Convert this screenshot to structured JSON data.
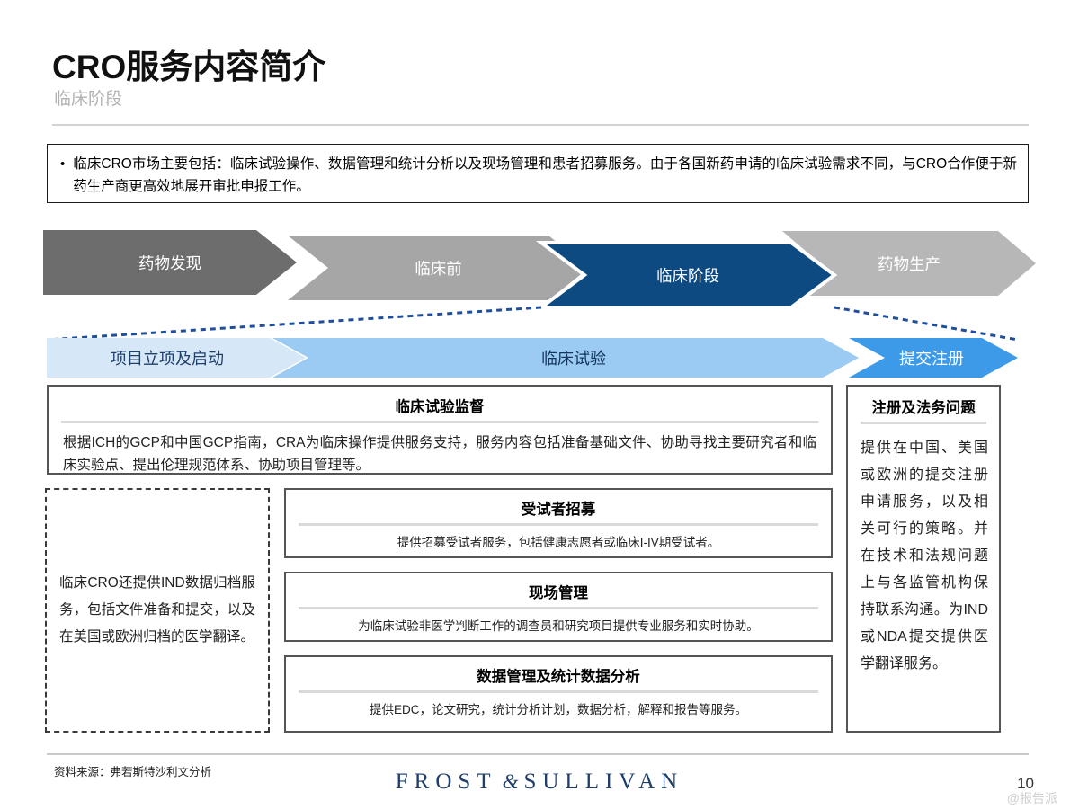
{
  "header": {
    "title": "CRO服务内容简介",
    "subtitle": "临床阶段"
  },
  "bullet": {
    "marker": "•",
    "text": "临床CRO市场主要包括：临床试验操作、数据管理和统计分析以及现场管理和患者招募服务。由于各国新药申请的临床试验需求不同，与CRO合作便于新药生产商更高效地展开审批申报工作。"
  },
  "process_top": {
    "stages": [
      {
        "label": "药物发现",
        "color": "#6d6d6d",
        "text_color": "#ffffff",
        "active": false
      },
      {
        "label": "临床前",
        "color": "#a6a6a6",
        "text_color": "#ffffff",
        "active": false
      },
      {
        "label": "临床阶段",
        "color": "#0e4a82",
        "text_color": "#ffffff",
        "active": true
      },
      {
        "label": "药物生产",
        "color": "#b7b7b7",
        "text_color": "#ffffff",
        "active": false
      }
    ]
  },
  "process_sub": {
    "stages": [
      {
        "label": "项目立项及启动",
        "color": "#d6e8f7",
        "text_color": "#1f3f6b"
      },
      {
        "label": "临床试验",
        "color": "#9bcaf3",
        "text_color": "#14365e"
      },
      {
        "label": "提交注册",
        "color": "#3d9ae8",
        "text_color": "#ffffff"
      }
    ]
  },
  "connector": {
    "color": "#1f4e9c",
    "style": "dashed"
  },
  "boxes": {
    "supervision": {
      "title": "临床试验监督",
      "body": "根据ICH的GCP和中国GCP指南，CRA为临床操作提供服务支持，服务内容包括准备基础文件、协助寻找主要研究者和临床实验点、提出伦理规范体系、协助项目管理等。"
    },
    "ind_note": {
      "body": "临床CRO还提供IND数据归档服务，包括文件准备和提交，以及在美国或欧洲归档的医学翻译。"
    },
    "recruitment": {
      "title": "受试者招募",
      "body": "提供招募受试者服务，包括健康志愿者或临床I-IV期受试者。"
    },
    "site_management": {
      "title": "现场管理",
      "body": "为临床试验非医学判断工作的调查员和研究项目提供专业服务和实时协助。"
    },
    "data_management": {
      "title": "数据管理及统计数据分析",
      "body": "提供EDC，论文研究，统计分析计划，数据分析，解释和报告等服务。"
    },
    "registration": {
      "title": "注册及法务问题",
      "body": "提供在中国、美国或欧洲的提交注册申请服务，以及相关可行的策略。并在技术和法规问题上与各监管机构保持联系沟通。为IND或NDA提交提供医学翻译服务。"
    }
  },
  "footer": {
    "source": "资料来源：弗若斯特沙利文分析",
    "brand_left": "FROST",
    "brand_amp": "&",
    "brand_right": "SULLIVAN",
    "page_number": "10",
    "watermark": "@报告派"
  }
}
